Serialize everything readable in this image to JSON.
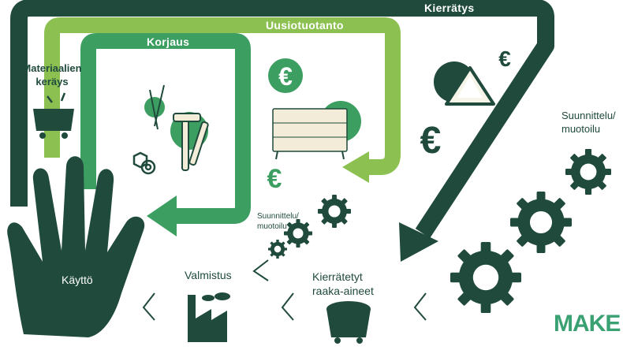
{
  "loops": {
    "outer": "Kierrätys",
    "middle": "Uusiotuotanto",
    "inner": "Korjaus"
  },
  "stages": {
    "collection": "Materiaalien keräys",
    "use": "Käyttö",
    "manufacturing": "Valmistus",
    "raw_materials": "Kierrätetyt raaka-aineet",
    "design_small": "Suunnittelu/ muotoilu",
    "design_large": "Suunnittelu/ muotoilu"
  },
  "logo": "MAKE",
  "colors": {
    "dark": "#1f4a3c",
    "medium": "#3d9e62",
    "light": "#8cc152",
    "logo": "#3aa172"
  }
}
